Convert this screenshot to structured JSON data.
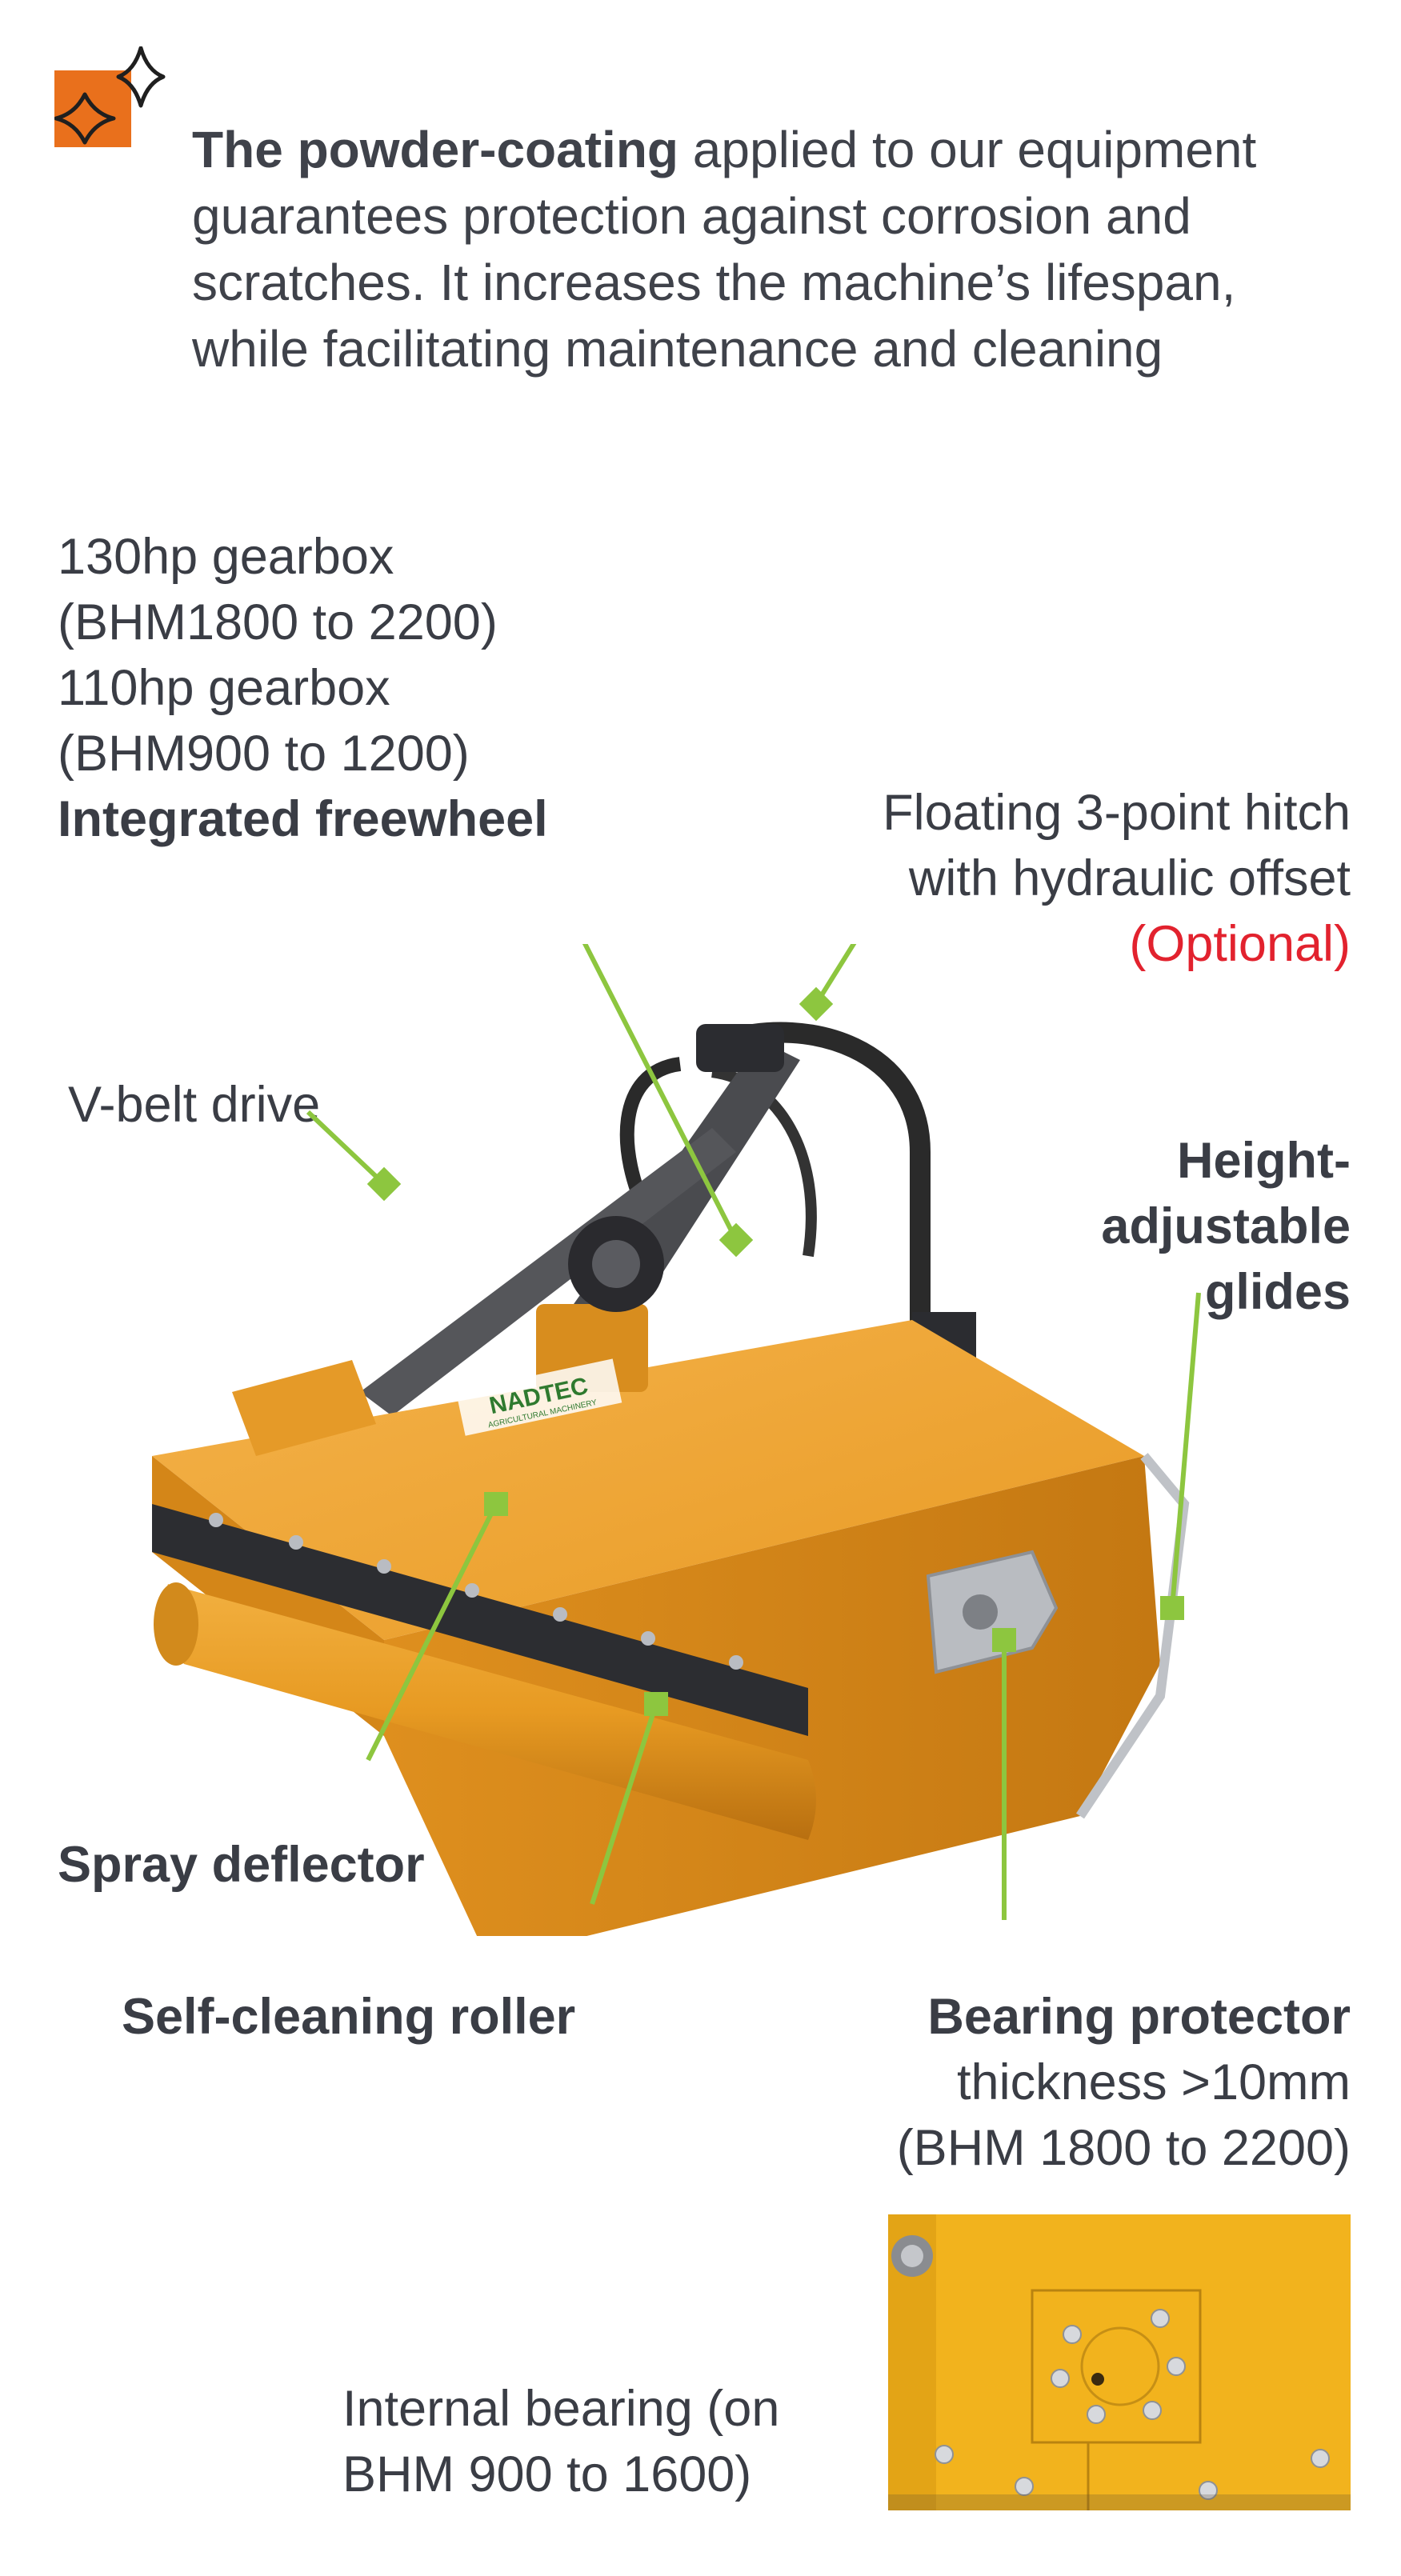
{
  "intro": {
    "bold": "The powder-coating",
    "text": " applied to our equipment guarantees protection against corrosion and scratches. It increases the machine’s lifespan, while facilitating maintenance and cleaning"
  },
  "callouts": {
    "gearbox": {
      "line1": "130hp gearbox",
      "line2": "(BHM1800 to 2200)",
      "line3": "110hp gearbox",
      "line4": "(BHM900 to 1200)",
      "line5": "Integrated freewheel"
    },
    "hitch": {
      "line1": "Floating 3-point hitch",
      "line2": "with hydraulic offset",
      "line3": "(Optional)"
    },
    "vbelt": "V-belt drive",
    "glides": {
      "line1": "Height-",
      "line2": "adjustable",
      "line3": "glides"
    },
    "spray": "Spray deflector",
    "roller": "Self-cleaning roller",
    "bearing_protector": {
      "line1": "Bearing protector",
      "line2": "thickness >10mm",
      "line3": "(BHM 1800 to 2200)"
    },
    "internal_bearing": {
      "line1": "Internal bearing (on",
      "line2": "BHM 900 to 1600)"
    }
  },
  "brand": {
    "logo_text": "NADTEC",
    "logo_sub": "AGRICULTURAL MACHINERY"
  },
  "colors": {
    "accent_orange": "#e9701c",
    "callout_green": "#8dc63f",
    "machine_orange": "#e89a24",
    "optional_red": "#e2222e",
    "text": "#3a3d45"
  },
  "icons": {
    "intro": "sparkle-icon"
  }
}
